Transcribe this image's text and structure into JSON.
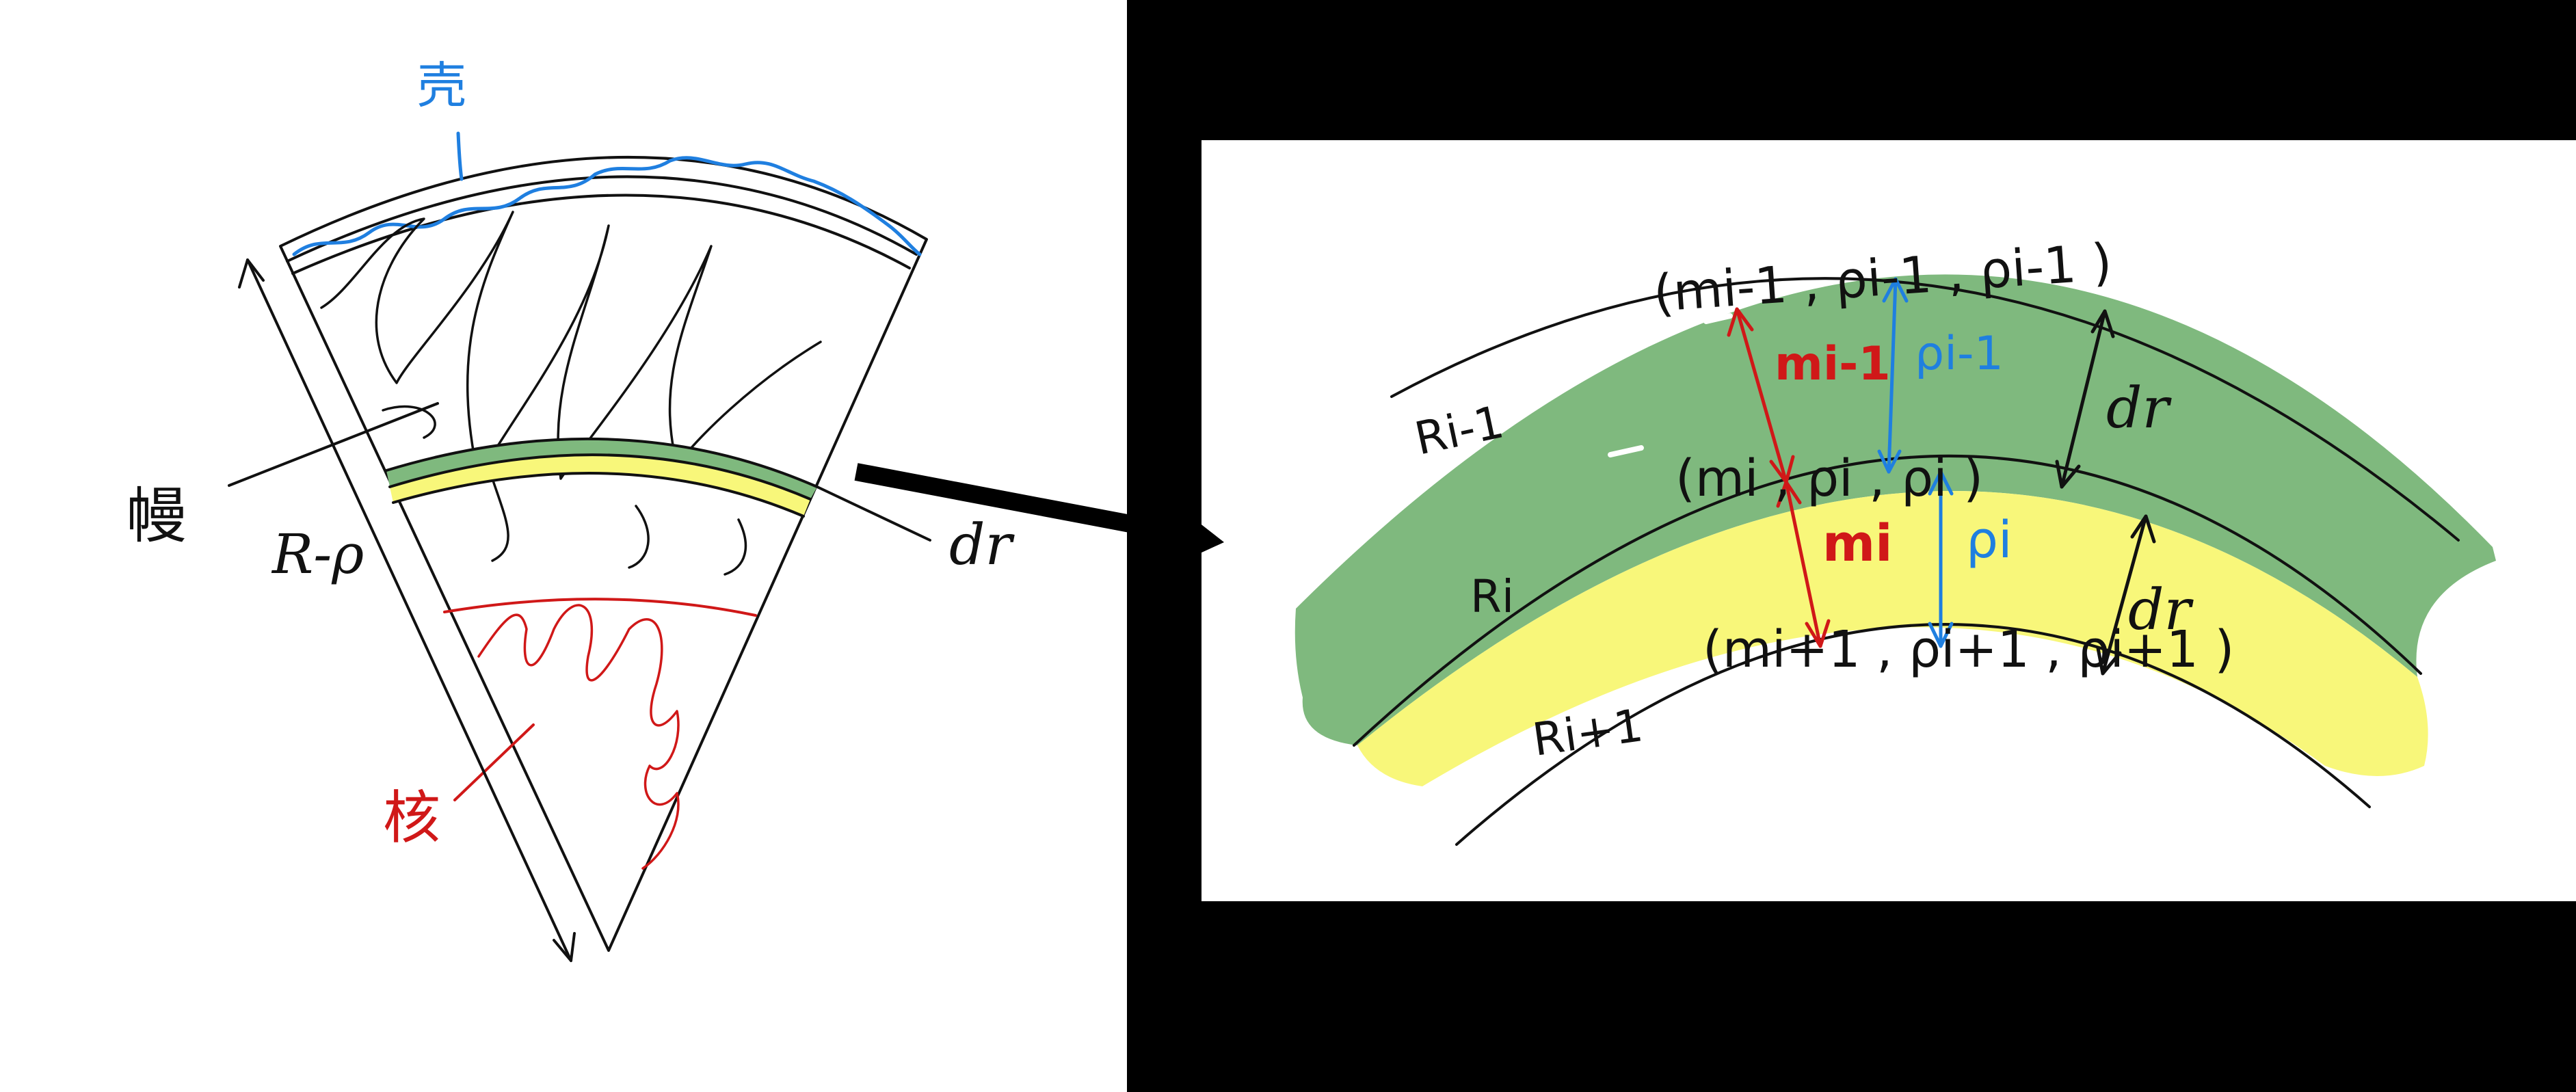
{
  "left_figure": {
    "shell_label": "壳",
    "mantle_label": "幔",
    "core_label": "核",
    "radius_label": "R-ρ",
    "layer_label": "dr"
  },
  "right_figure": {
    "top_tuple": "(mi-1 , ρi-1 , ρi-1 )",
    "middle_tuple": "(mi , ρi , ρi )",
    "bottom_tuple": "(mi+1 , ρi+1 , ρi+1 )",
    "outer_mass_label": "mi-1",
    "outer_density_label": "ρi-1",
    "inner_mass_label": "mi",
    "inner_density_label": "ρi",
    "outer_thickness_label": "dr",
    "inner_thickness_label": "dr",
    "radius_outer": "Ri-1",
    "radius_middle": "Ri",
    "radius_inner": "Ri+1"
  },
  "colors": {
    "ink": "#111111",
    "shell_blue": "#1f7fe0",
    "core_red": "#d01818",
    "layer_green": "#7fb97e",
    "layer_yellow": "#f8f77a",
    "panel_black": "#000000",
    "background": "#ffffff"
  }
}
